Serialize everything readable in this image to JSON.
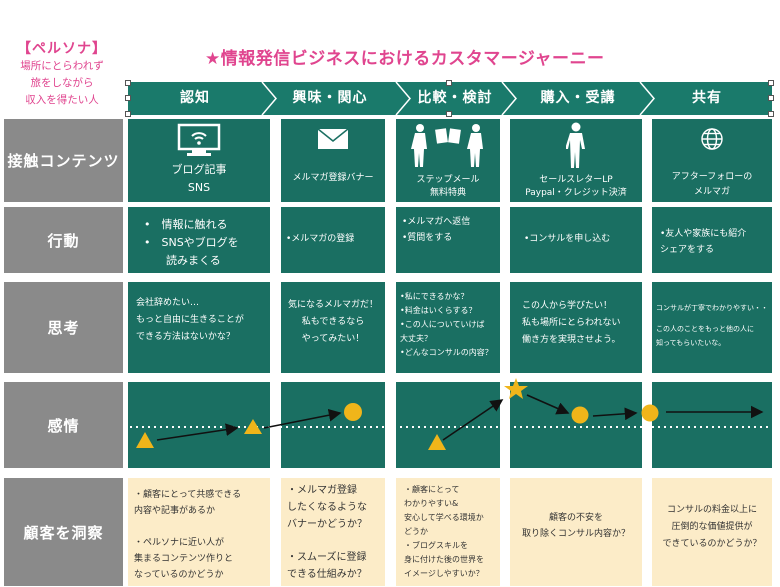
{
  "persona": {
    "title": "【ペルソナ】",
    "lines": [
      "場所にとらわれず",
      "旅をしながら",
      "収入を得たい人"
    ]
  },
  "page_title": "★情報発信ビジネスにおけるカスタマージャーニー",
  "colors": {
    "accent_pink": "#e0458f",
    "teal_dark": "#1a6f62",
    "teal_bar": "#1a7a6b",
    "label_gray": "#8a8a8a",
    "beige": "#fcecc8",
    "marker_yellow": "#f0b51a"
  },
  "stages": [
    "認知",
    "興味・関心",
    "比較・検討",
    "購入・受講",
    "共有"
  ],
  "rows": [
    "接触コンテンツ",
    "行動",
    "思考",
    "感情",
    "顧客を洞察"
  ],
  "icons": [
    "monitor-wifi-icon",
    "envelope-icon",
    "people-with-book-icon",
    "standing-person-icon",
    "globe-icon"
  ],
  "contact": [
    {
      "lines": [
        "ブログ記事",
        "SNS"
      ]
    },
    {
      "lines": [
        "メルマガ登録バナー"
      ]
    },
    {
      "lines": [
        "ステップメール",
        "無料特典"
      ]
    },
    {
      "lines": [
        "セールスレターLP",
        "Paypal・クレジット決済"
      ]
    },
    {
      "lines": [
        "アフターフォローの",
        "メルマガ"
      ]
    }
  ],
  "action": [
    {
      "lines": [
        "•　情報に触れる",
        "•　SNSやブログを",
        "　　読みまくる"
      ]
    },
    {
      "lines": [
        "•メルマガの登録"
      ]
    },
    {
      "lines": [
        "•メルマガへ返信",
        "•質問をする"
      ]
    },
    {
      "lines": [
        "•コンサルを申し込む"
      ]
    },
    {
      "lines": [
        "•友人や家族にも紹介",
        "シェアをする"
      ]
    }
  ],
  "thought": [
    {
      "lines": [
        "会社辞めたい…",
        "もっと自由に生きることが",
        "できる方法はないかな？"
      ]
    },
    {
      "lines": [
        "気になるメルマガだ！",
        "私もできるなら",
        "やってみたい！"
      ]
    },
    {
      "lines": [
        "•私にできるかな？",
        "•料金はいくらする？",
        "•この人についていけば",
        "大丈夫？",
        "•どんなコンサルの内容？"
      ]
    },
    {
      "lines": [
        "この人から学びたい！",
        "私も場所にとらわれない",
        "働き方を実現させよう。"
      ]
    },
    {
      "lines": [
        "コンサルが丁寧でわかりやすい・・",
        "この人のことをもっと他の人に",
        "知ってもらいたいな。"
      ]
    }
  ],
  "emotion": {
    "markers": [
      "triangle",
      "triangle",
      "circle",
      "triangle",
      "star",
      "circle",
      "circle"
    ],
    "levels": [
      "low",
      "low",
      "high",
      "low",
      "peak",
      "mid-high",
      "mid-high"
    ]
  },
  "insight": [
    {
      "lines": [
        "・顧客にとって共感できる",
        "内容や記事があるか",
        "",
        "・ペルソナに近い人が",
        "集まるコンテンツ作りと",
        "なっているのかどうか"
      ]
    },
    {
      "lines": [
        "・メルマガ登録",
        "したくなるような",
        "バナーかどうか？",
        "",
        "・スムーズに登録",
        "できる仕組みか？"
      ]
    },
    {
      "lines": [
        "・顧客にとって",
        "わかりやすい&",
        "安心して学べる環境か",
        "どうか",
        "・ブログスキルを",
        "身に付けた後の世界を",
        "イメージしやすいか？"
      ]
    },
    {
      "lines": [
        "顧客の不安を",
        "取り除くコンサル内容か？"
      ]
    },
    {
      "lines": [
        "コンサルの料金以上に",
        "圧倒的な価値提供が",
        "できているのかどうか？"
      ]
    }
  ]
}
